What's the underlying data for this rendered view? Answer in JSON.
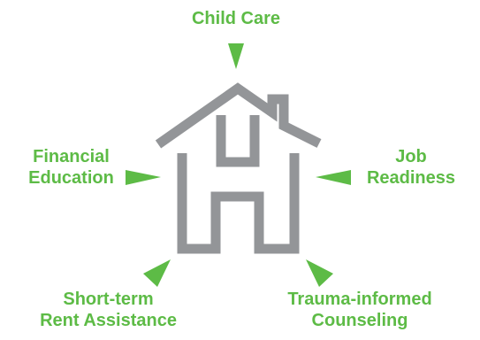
{
  "colors": {
    "accent": "#5dbb46",
    "house": "#939598",
    "background": "#ffffff"
  },
  "center": {
    "icon": "house-icon"
  },
  "services": [
    {
      "lines": [
        "Child Care"
      ]
    },
    {
      "lines": [
        "Financial",
        "Education"
      ]
    },
    {
      "lines": [
        "Job",
        "Readiness"
      ]
    },
    {
      "lines": [
        "Short-term",
        "Rent Assistance"
      ]
    },
    {
      "lines": [
        "Trauma-informed",
        "Counseling"
      ]
    }
  ]
}
